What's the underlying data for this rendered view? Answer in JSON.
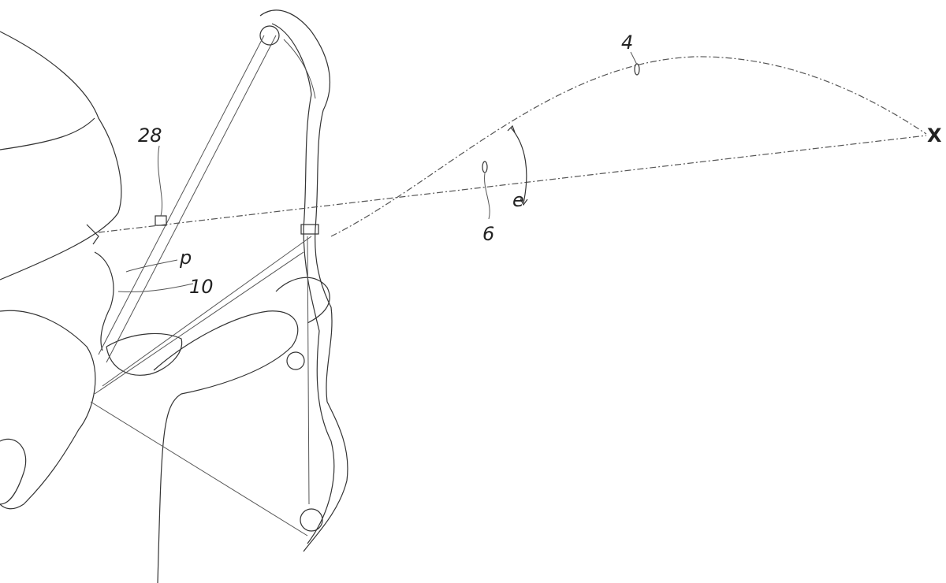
{
  "figure": {
    "labels": {
      "trajectory": "4",
      "line_of_sight": "6",
      "angle": "e",
      "target": "X",
      "peep_sight": "28",
      "anchor_point": "p",
      "eye_reference": "10"
    },
    "colors": {
      "ink": "#333333",
      "background": "#ffffff"
    }
  }
}
